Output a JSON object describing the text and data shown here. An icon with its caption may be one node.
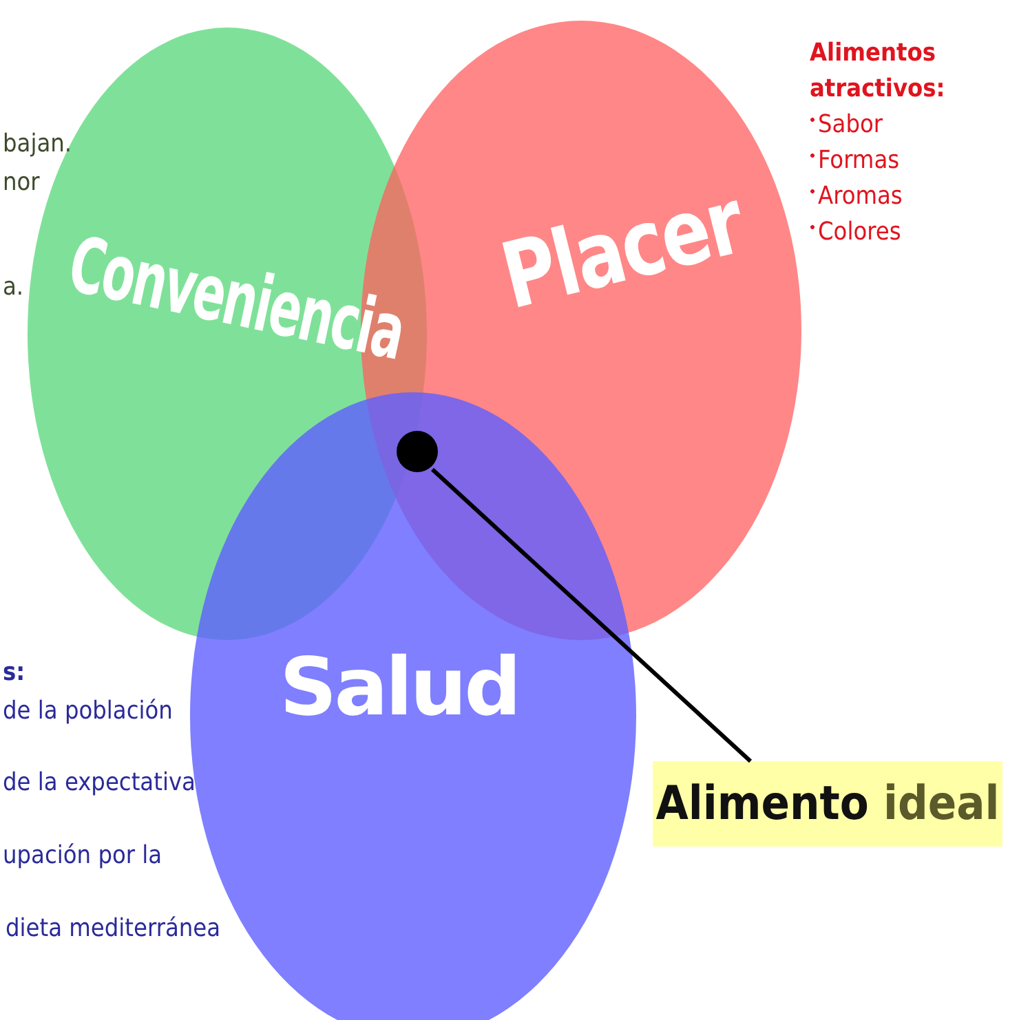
{
  "diagram": {
    "nodes": [
      {
        "text": [
          "Conveniencia"
        ]
      },
      {
        "text": [
          "Placer"
        ]
      },
      {
        "text": [
          "Salud"
        ]
      },
      {
        "text": [],
        "shape": "circle"
      },
      {
        "text": [
          "Alimento ideal"
        ]
      }
    ],
    "edges": [
      {
        "from": 3,
        "to": 4,
        "arrow": "none"
      }
    ],
    "labels": [
      "bajan.",
      "nor",
      "a.",
      "Alimentos atractivos:",
      "Sabor",
      "Formas",
      "Aromas",
      "Colores",
      "s:",
      "de la población",
      "de la expectativa",
      "upación por la",
      "dieta mediterránea"
    ]
  }
}
